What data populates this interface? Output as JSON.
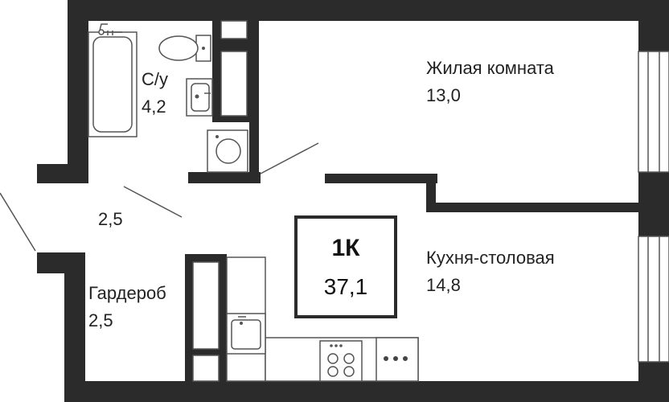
{
  "rooms": {
    "bathroom": {
      "label": "С/у",
      "area": "4,2"
    },
    "hall": {
      "area": "2,5"
    },
    "wardrobe": {
      "label": "Гардероб",
      "area": "2,5"
    },
    "living": {
      "label": "Жилая комната",
      "area": "13,0"
    },
    "kitchen": {
      "label": "Кухня-столовая",
      "area": "14,8"
    }
  },
  "apartment": {
    "type": "1К",
    "area": "37,1"
  },
  "colors": {
    "wall": "#2b2b2b",
    "fixture_stroke": "#555555"
  }
}
